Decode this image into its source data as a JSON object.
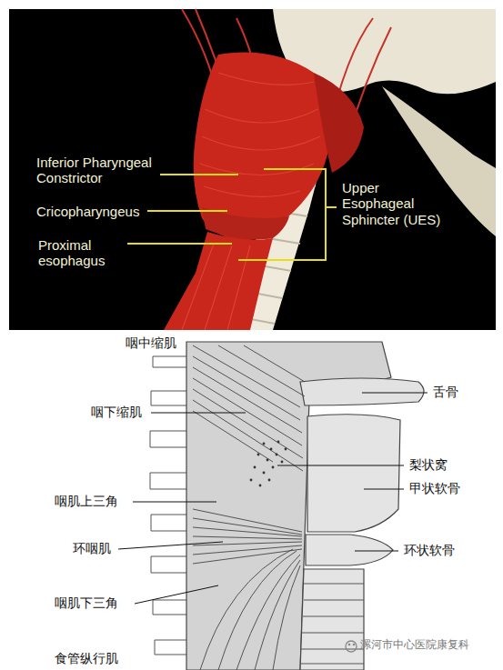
{
  "diagram": {
    "labels": [
      "Inferior Pharyngeal Constrictor",
      "Cricopharyngeus",
      "Proximal esophagus",
      "Upper Esophageal Sphincter (UES)",
      "咽中缩肌",
      "咽下缩肌",
      "舌骨",
      "梨状窝",
      "甲状软骨",
      "咽肌上三角",
      "环状软骨",
      "环咽肌",
      "咽肌下三角",
      "食管纵行肌",
      "漯河市中心医院康复科"
    ]
  }
}
